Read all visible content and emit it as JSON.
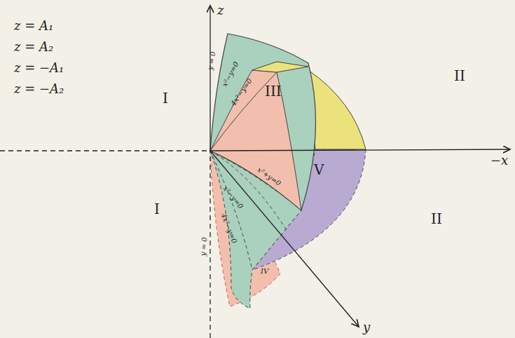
{
  "diagram": {
    "labels": [
      "z = A₁",
      "z = A₂",
      "z = −A₁",
      "z = −A₂",
      "z",
      "−x",
      "y",
      "I",
      "I",
      "II",
      "II",
      "III",
      "IV",
      "V",
      "y = 0",
      "x²−y=0",
      "4x²−y=0",
      "x²+y=0",
      "x²−y=0",
      "4x²−y=0",
      "y = 0"
    ]
  }
}
